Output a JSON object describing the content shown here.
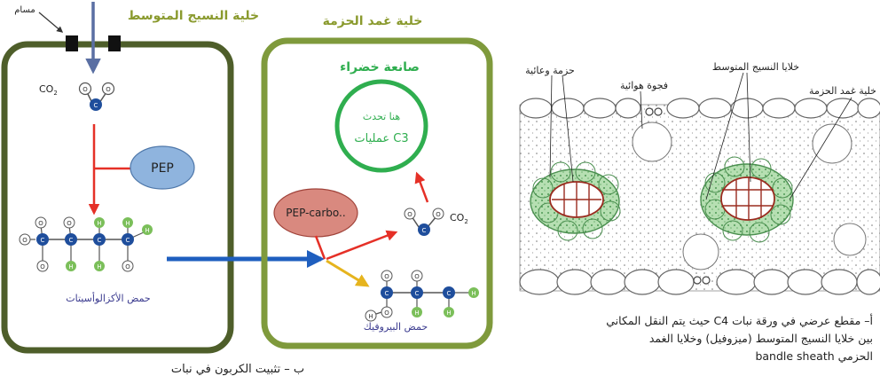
{
  "diagram_b": {
    "stoma_label": "مسام",
    "mesophyll_title": "خلية النسيج المتوسط",
    "bundle_title": "خلية غمد الحزمة",
    "chloroplast_title": "صانعة خضراء",
    "chloroplast_text_1": "هنا تحدث",
    "chloroplast_text_2": "عمليات C3",
    "co2_label": "CO",
    "co2_sub": "2",
    "pep_label": "PEP",
    "pep_carbo_label": "PEP-carbo..",
    "oxaloacetate_label": "حمض الأكزالوأسيتات",
    "pyruvate_label": "حمض البيروفيك",
    "caption": "ب – تثبيت الكربون في نبات",
    "atoms": {
      "O": "O",
      "C": "C",
      "H": "H"
    },
    "colors": {
      "cell_wall": "#4e5e2a",
      "bundle_wall": "#7f9a3c",
      "title_olive": "#8a9a2e",
      "chloroplast": "#2fae4f",
      "carbon": "#1f4e9c",
      "hydrogen": "#7bbf5a",
      "pep_fill": "#8fb4de",
      "pep_carbo_fill": "#d9897f",
      "red_arrow": "#e53027",
      "blue_arrow": "#1f5fbf",
      "yellow_arrow": "#e6b41e"
    }
  },
  "diagram_a": {
    "labels": {
      "vascular_bundle": "حزمة وعائية",
      "air_space": "فجوة هوائية",
      "mesophyll_cells": "خلايا النسيج المتوسط",
      "bundle_sheath_cell": "خلية غمد الحزمة"
    },
    "caption_line_1": "أ– مقطع عرضي في ورقة نبات C4 حيث يتم النقل المكاني",
    "caption_line_2": "بين خلايا النسيج المتوسط (ميزوفيل) وخلايا الغمد",
    "caption_line_3": "الحزمي bandle sheath"
  }
}
